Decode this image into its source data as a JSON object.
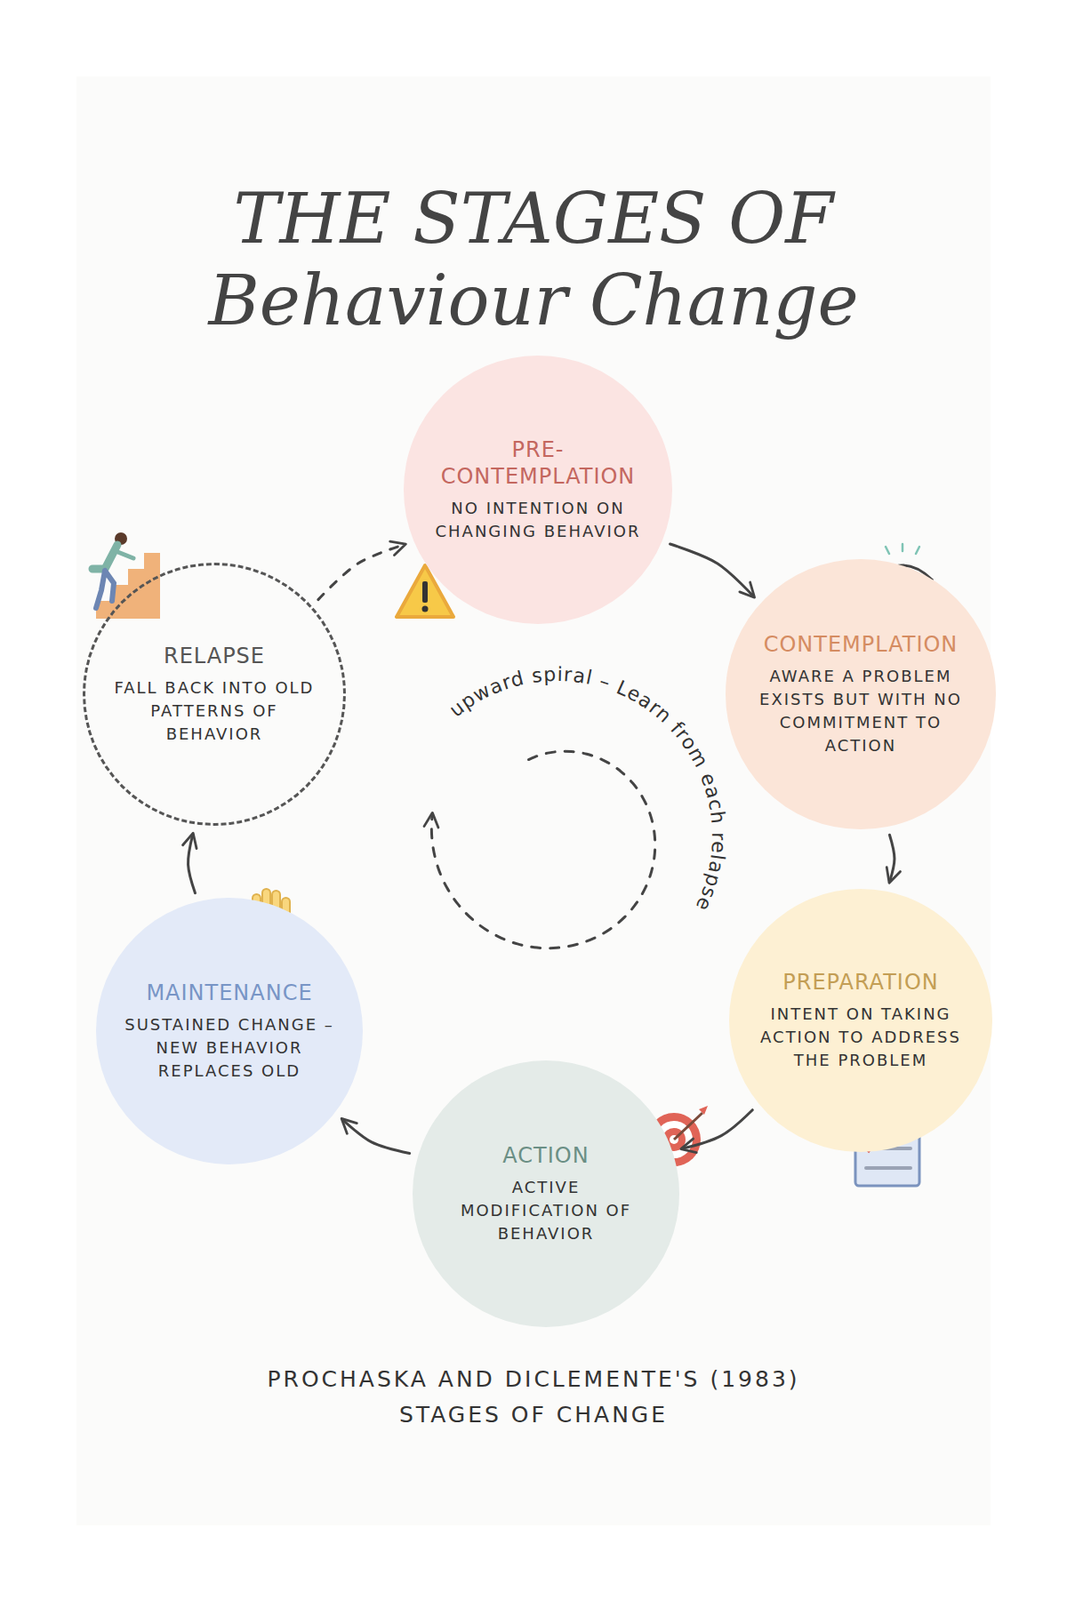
{
  "diagram": {
    "title": "THE STAGES OF Behaviour Change",
    "caption": "PROCHASKA AND DICLEMENTE'S (1983) STAGES OF CHANGE",
    "nodes": [
      {
        "text": [
          "PRE- CONTEMPLATION",
          "NO INTENTION ON CHANGING BEHAVIOR"
        ]
      },
      {
        "text": [
          "CONTEMPLATION",
          "AWARE A PROBLEM EXISTS BUT WITH NO COMMITMENT TO ACTION"
        ]
      },
      {
        "text": [
          "PREPARATION",
          "INTENT ON TAKING ACTION TO ADDRESS THE PROBLEM"
        ]
      },
      {
        "text": [
          "ACTION",
          "ACTIVE MODIFICATION OF BEHAVIOR"
        ]
      },
      {
        "text": [
          "MAINTENANCE",
          "SUSTAINED CHANGE – NEW BEHAVIOR REPLACES OLD"
        ]
      },
      {
        "text": [
          "RELAPSE",
          "FALL BACK INTO OLD PATTERNS OF BEHAVIOR"
        ]
      }
    ],
    "edges": [
      {
        "from": 0,
        "to": 1,
        "arrow": "to"
      },
      {
        "from": 1,
        "to": 2,
        "arrow": "to"
      },
      {
        "from": 2,
        "to": 3,
        "arrow": "to"
      },
      {
        "from": 3,
        "to": 4,
        "arrow": "to"
      },
      {
        "from": 4,
        "to": 5,
        "arrow": "to"
      },
      {
        "from": 5,
        "to": 0,
        "arrow": "to"
      }
    ],
    "labels": [
      "upward spiral – Learn from each relapse"
    ]
  }
}
